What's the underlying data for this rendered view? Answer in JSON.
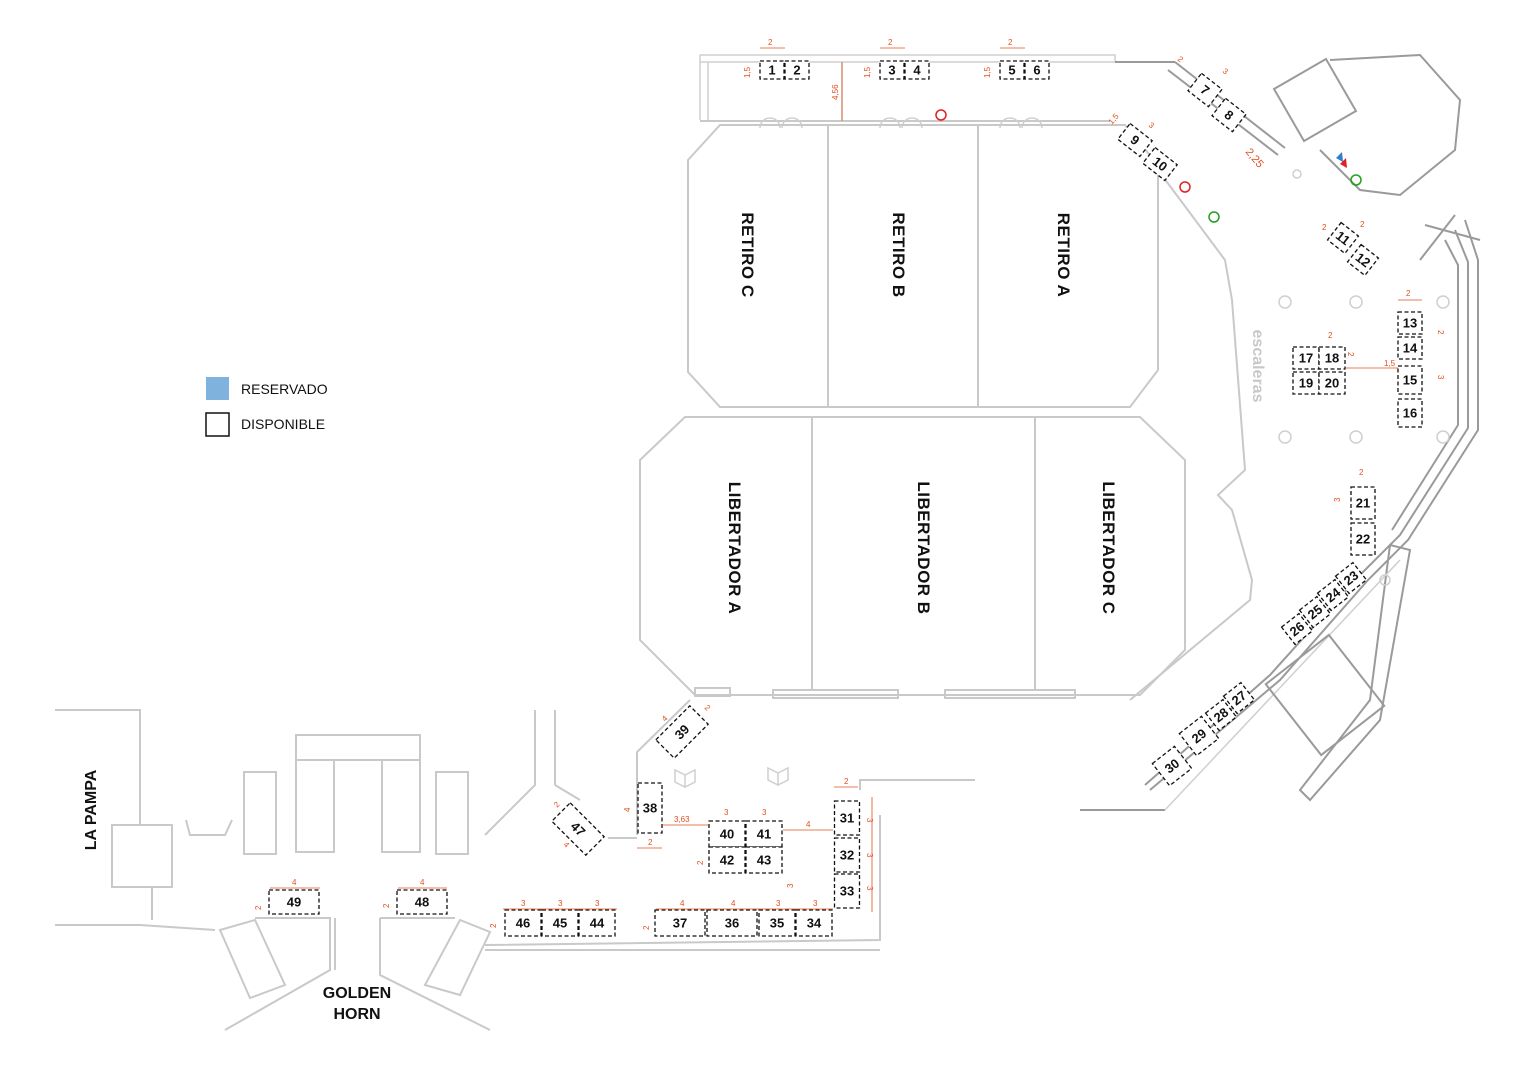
{
  "legend": {
    "reservado": {
      "label": "RESERVADO",
      "color": "#7fb2dd"
    },
    "disponible": {
      "label": "DISPONIBLE"
    }
  },
  "rooms": {
    "retiro_c": "RETIRO C",
    "retiro_b": "RETIRO B",
    "retiro_a": "RETIRO A",
    "libertador_a": "LIBERTADOR A",
    "libertador_b": "LIBERTADOR B",
    "libertador_c": "LIBERTADOR C",
    "la_pampa": "LA PAMPA",
    "golden_horn_1": "GOLDEN",
    "golden_horn_2": "HORN",
    "escaleras": "escaleras"
  },
  "booths": [
    "1",
    "2",
    "3",
    "4",
    "5",
    "6",
    "7",
    "8",
    "9",
    "10",
    "11",
    "12",
    "13",
    "14",
    "15",
    "16",
    "17",
    "18",
    "19",
    "20",
    "21",
    "22",
    "23",
    "24",
    "25",
    "26",
    "27",
    "28",
    "29",
    "30",
    "31",
    "32",
    "33",
    "34",
    "35",
    "36",
    "37",
    "38",
    "39",
    "40",
    "41",
    "42",
    "43",
    "44",
    "45",
    "46",
    "47",
    "48",
    "49"
  ],
  "dimensions": {
    "two": "2",
    "three": "3",
    "four": "4",
    "one_five": "1,5",
    "four_56": "4,56",
    "three_63": "3,63",
    "two_25": "2,25"
  },
  "colors": {
    "dimension": "#e0501e",
    "booth_line": "#111111",
    "wall": "#c9c9c9"
  }
}
